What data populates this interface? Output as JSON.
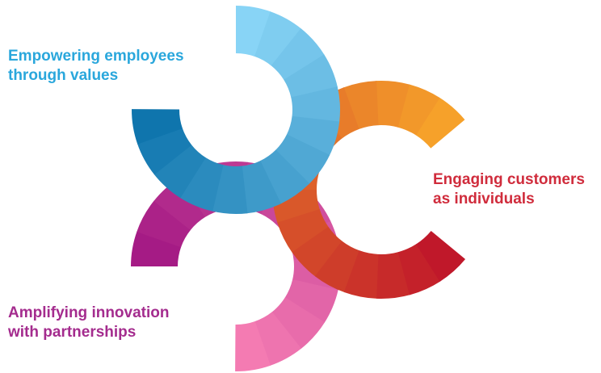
{
  "labels": {
    "employees": [
      "Empowering employees",
      "through values"
    ],
    "customers": [
      "Engaging customers",
      "as individuals"
    ],
    "innovation": [
      "Amplifying innovation",
      "with partnerships"
    ]
  },
  "colors": {
    "employees_text": "#2aa7dc",
    "customers_text": "#d02c3c",
    "innovation_text": "#a42c8e",
    "blue_ring": [
      "#88d4f6",
      "#0f75ad"
    ],
    "orange_ring": [
      "#f6a12a",
      "#c0182a"
    ],
    "pink_ring": [
      "#a51b85",
      "#f47bb2"
    ]
  }
}
